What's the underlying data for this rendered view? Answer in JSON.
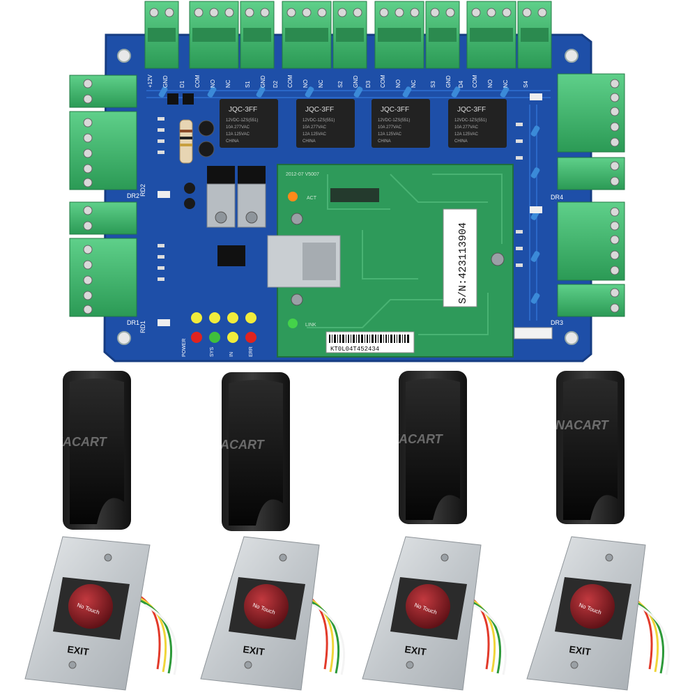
{
  "board": {
    "top_labels": [
      "+12V",
      "GND",
      "D1",
      "COM",
      "NO",
      "NC",
      "S1",
      "GND",
      "D2",
      "COM",
      "NO",
      "NC",
      "S2",
      "GND",
      "D3",
      "COM",
      "NO",
      "NC",
      "S3",
      "GND",
      "D4",
      "COM",
      "NO",
      "NC",
      "S4"
    ],
    "left_labels": [
      "DR2",
      "RD2",
      "DR1",
      "RD1"
    ],
    "right_labels": [
      "DR4",
      "DR3"
    ],
    "led_labels": [
      "POWER",
      "SYS",
      "IN",
      "ERR"
    ],
    "relay_label": "JQC-3FF",
    "relay_spec_1": "12VDC-1ZS(551)",
    "relay_spec_2": "10A 277VAC",
    "relay_spec_3": "12A 125VAC",
    "relay_spec_4": "CHINA",
    "module_date": "2012-07  V5007",
    "module_act": "ACT",
    "module_link": "LINK",
    "serial_label": "S/N:423113904",
    "barcode_label": "KT0L04T452434"
  },
  "readers": {
    "watermark": "UNACART"
  },
  "buttons": {
    "sensor_text": "No Touch",
    "exit_text": "EXIT"
  },
  "colors": {
    "pcb": "#1e4fa8",
    "terminal": "#3fb56a",
    "module": "#2e9a5a",
    "relay": "#2a2a2a",
    "plate": "#cfd3d6",
    "sensor": "#8b1c22"
  }
}
